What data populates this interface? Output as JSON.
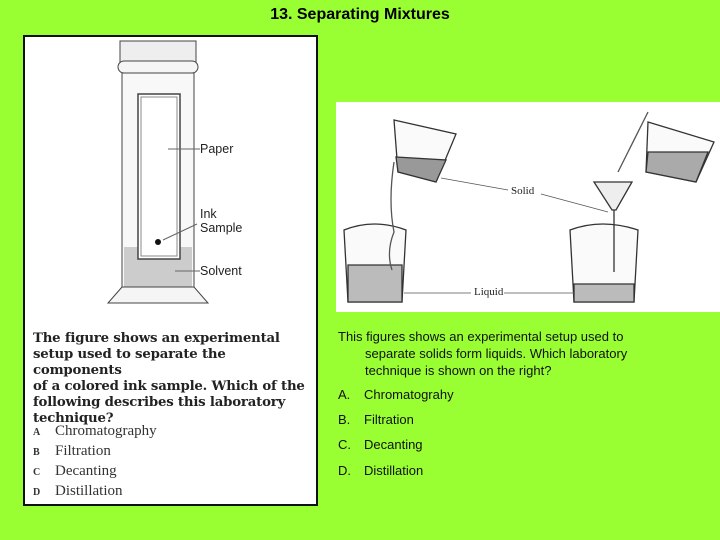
{
  "title": "13.  Separating Mixtures",
  "left": {
    "labels": {
      "paper": "Paper",
      "ink": "Ink",
      "sample": "Sample",
      "solvent": "Solvent"
    },
    "question_lines": [
      "The figure shows an experimental",
      "setup used to separate the components",
      "of a colored ink sample. Which of the",
      "following describes this laboratory",
      "technique?"
    ],
    "options": [
      {
        "letter": "A",
        "text": "Chromatography"
      },
      {
        "letter": "B",
        "text": "Filtration"
      },
      {
        "letter": "C",
        "text": "Decanting"
      },
      {
        "letter": "D",
        "text": "Distillation"
      }
    ]
  },
  "right": {
    "labels": {
      "solid": "Solid",
      "liquid": "Liquid"
    },
    "question_first": "This figures shows an experimental setup used to",
    "question_rest": [
      "separate solids form liquids. Which laboratory",
      "technique is shown on the right?"
    ],
    "options": [
      {
        "letter": "A.",
        "text": "Chromatograhy"
      },
      {
        "letter": "B.",
        "text": "Filtration"
      },
      {
        "letter": "C.",
        "text": "Decanting"
      },
      {
        "letter": "D.",
        "text": "Distillation"
      }
    ]
  }
}
